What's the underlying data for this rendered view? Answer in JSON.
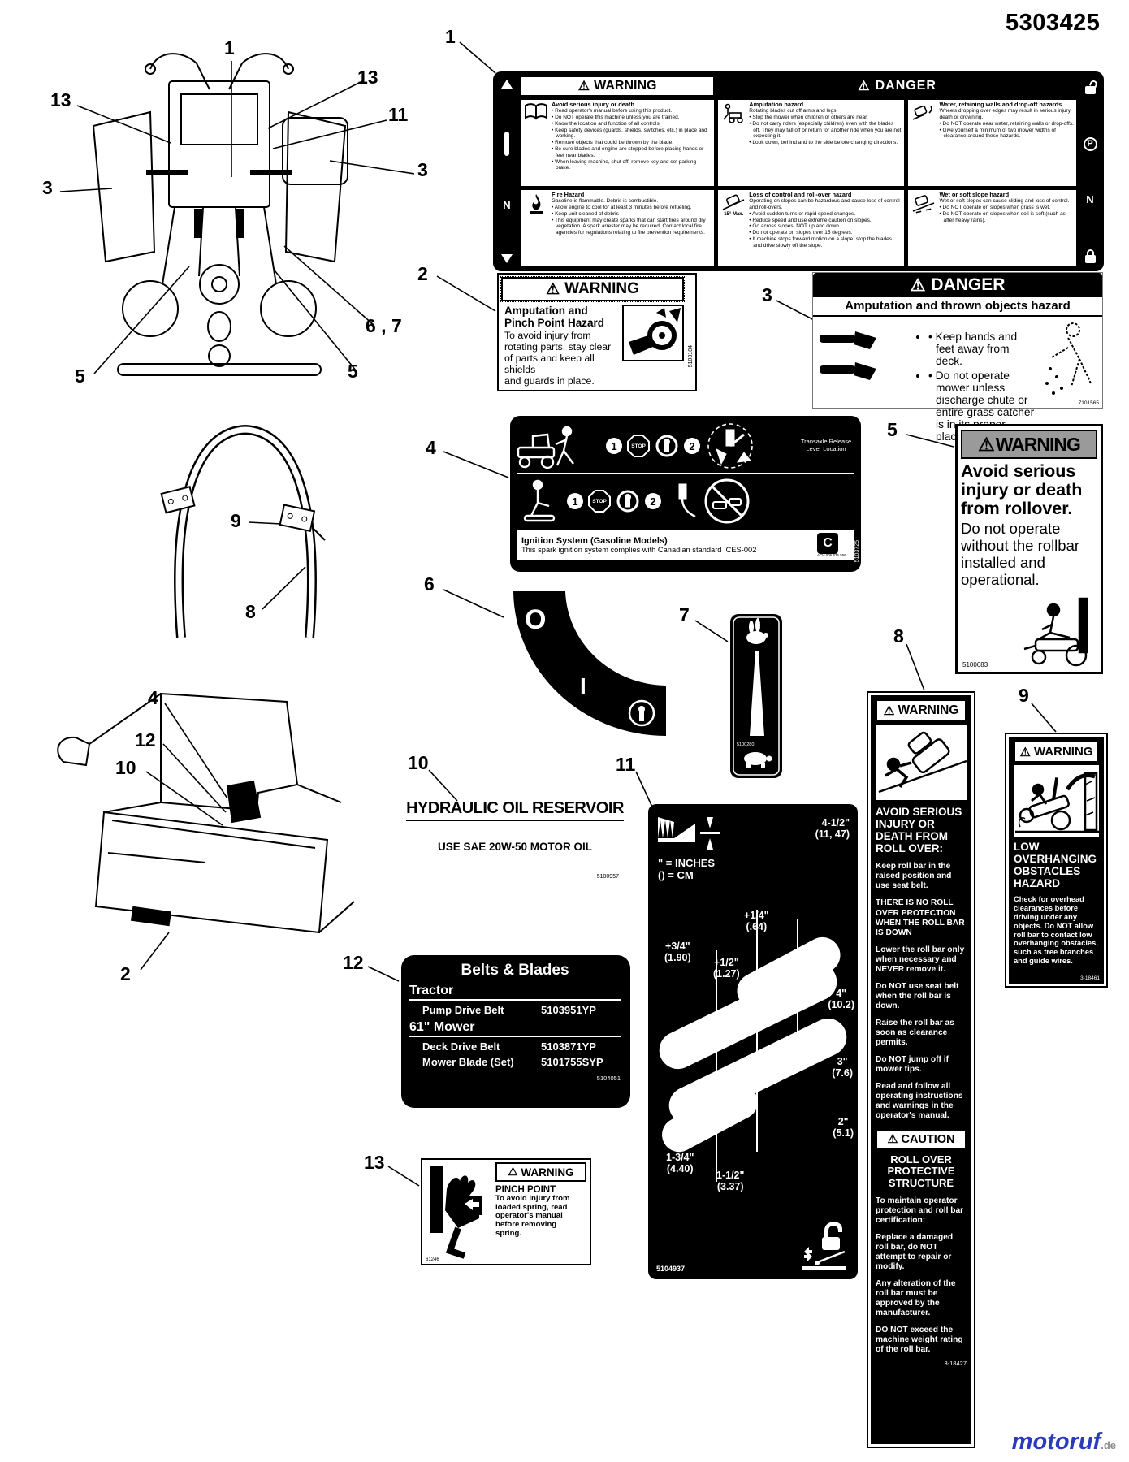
{
  "page": {
    "doc_number": "5303425",
    "logo_name": "motoruf",
    "logo_tld": ".de"
  },
  "icons": {
    "warning_triangle": "⚠"
  },
  "callouts": {
    "n1": "1",
    "n2": "2",
    "n3": "3",
    "n4": "4",
    "n5": "5",
    "n6": "6",
    "n7": "7",
    "n8": "8",
    "n9": "9",
    "n10": "10",
    "n11": "11",
    "n12": "12",
    "n13": "13",
    "n67": "6 , 7"
  },
  "label1": {
    "warning_header": "WARNING",
    "danger_header": "DANGER",
    "left_strip_letter": "N",
    "right_strip_letter": "N",
    "park_letter": "P",
    "manual": {
      "title": "Avoid serious injury or death",
      "bullets": [
        "Read operator's manual before using this product.",
        "Do NOT operate this machine unless you are trained.",
        "Know the location and function of all controls.",
        "Keep safety devices (guards, shields, switches, etc.) in place and working.",
        "Remove objects that could be thrown by the blade.",
        "Be sure blades and engine are stopped before placing hands or feet near blades.",
        "When leaving machine, shut off, remove key and set parking brake."
      ]
    },
    "fire": {
      "title": "Fire Hazard",
      "subtitle": "Gasoline is flammable. Debris is combustible.",
      "bullets": [
        "Allow engine to cool for at least 3 minutes before refueling.",
        "Keep unit cleaned of debris",
        "This equipment may create sparks that can start fires around dry vegetation. A spark arrester may be required. Contact local fire agencies for regulations relating to fire prevention requirements."
      ]
    },
    "amputation": {
      "title": "Amputation hazard",
      "subtitle": "Rotating blades cut off arms and legs.",
      "bullets": [
        "Stop the mower when children or others are near.",
        "Do not carry riders (especially children) even with the blades off. They may fall off or return for another ride when you are not expecting it.",
        "Look down, behind and to the side before changing directions."
      ]
    },
    "slope": {
      "title": "Loss of control and roll-over hazard",
      "subtitle": "Operating on slopes can be hazardous and cause loss of control and roll-overs.",
      "max_note": "15° Max.",
      "bullets": [
        "Avoid sudden turns or rapid speed changes.",
        "Reduce speed and use extreme caution on slopes.",
        "Go across slopes, NOT up and down.",
        "Do not operate on slopes over 15 degrees.",
        "If machine stops forward motion on a slope, stop the blades and drive slowly off the slope."
      ]
    },
    "water": {
      "title": "Water, retaining walls and drop-off hazards",
      "subtitle": "Wheels dropping over edges may result in serious injury, death or drowning.",
      "bullets": [
        "Do NOT operate near water, retaining walls or drop-offs.",
        "Give yourself a minimum of two mower widths of clearance around these hazards."
      ]
    },
    "wet": {
      "title": "Wet or soft slope hazard",
      "subtitle": "Wet or soft slopes can cause sliding and loss of control.",
      "bullets": [
        "Do NOT operate on slopes when grass is wet.",
        "Do NOT operate on slopes when soil is soft (such as after heavy rains)."
      ]
    }
  },
  "label2": {
    "header": "WARNING",
    "title": "Amputation and\nPinch Point Hazard",
    "body": "To avoid injury from\nrotating parts, stay clear\nof parts and keep all shields\nand guards in place.",
    "part": "5103184"
  },
  "label3": {
    "header": "DANGER",
    "title": "Amputation and thrown objects hazard",
    "bullets": [
      "Keep hands and feet away from deck.",
      "Do not operate mower unless discharge chute or entire grass catcher is in its proper place."
    ],
    "part": "7101565"
  },
  "label4": {
    "step1": "1",
    "step2": "2",
    "stop": "STOP",
    "transaxle_note": "Transaxle Release Lever Location",
    "title": "Ignition System (Gasoline Models)",
    "body": "This spark ignition system complies with Canadian standard ICES-002",
    "cert": "ACH 006 576 556",
    "logo_letter": "C",
    "part": "5103725"
  },
  "label5": {
    "header": "WARNING",
    "title": "Avoid serious\ninjury or death\nfrom rollover.",
    "body": "Do not operate\nwithout the rollbar\ninstalled and\noperational.",
    "part": "5100683"
  },
  "label6": {
    "off": "O",
    "on": "I"
  },
  "label7": {
    "part": "5100280"
  },
  "label8": {
    "warning_header": "WARNING",
    "heading": "AVOID SERIOUS\nINJURY OR\nDEATH FROM\nROLL OVER:",
    "paragraphs": [
      "Keep roll bar in the raised position and use seat belt.",
      "THERE IS NO ROLL OVER PROTECTION WHEN THE ROLL BAR IS DOWN",
      "Lower the roll bar only when necessary and NEVER remove it.",
      "Do NOT use seat belt when the roll bar is down.",
      "Raise the roll bar as soon as clearance permits.",
      "Do NOT jump off if mower tips.",
      "Read and follow all operating instructions and warnings in the operator's manual."
    ],
    "caution_header": "CAUTION",
    "caution_title": "ROLL OVER\nPROTECTIVE\nSTRUCTURE",
    "caution_paragraphs": [
      "To maintain operator protection and roll bar certification:",
      "Replace a damaged roll bar, do NOT attempt to repair or modify.",
      "Any alteration of the roll bar must be approved by the manufacturer.",
      "DO NOT exceed the machine weight rating of the roll bar."
    ],
    "part": "3-18427"
  },
  "label9": {
    "header": "WARNING",
    "title": "LOW\nOVERHANGING\nOBSTACLES\nHAZARD",
    "body": "Check for overhead clearances before driving under any objects.  Do NOT allow roll bar to contact low overhanging obstacles, such as tree branches and guide wires.",
    "part": "3-18461"
  },
  "label10": {
    "title": "HYDRAULIC OIL RESERVOIR",
    "subtitle": "USE SAE 20W-50 MOTOR OIL",
    "part": "5100957"
  },
  "label11": {
    "max_height": "4-1/2\"\n(11, 47)",
    "legend": "\" = INCHES\n() = CM",
    "ann_quarter": "+1/4\"\n(.64)",
    "ann_three_quarter": "+3/4\"\n(1.90)",
    "ann_half": "+1/2\"\n(1.27)",
    "ann_4": "4\"\n(10.2)",
    "ann_3": "3\"\n(7.6)",
    "ann_2": "2\"\n(5.1)",
    "ann_1_34": "1-3/4\"\n(4.40)",
    "ann_1_12": "1-1/2\"\n(3.37)",
    "part": "5104937"
  },
  "label12": {
    "title": "Belts & Blades",
    "section1": "Tractor",
    "rows1": [
      {
        "name": "Pump Drive Belt",
        "part": "5103951YP"
      }
    ],
    "section2": "61\" Mower",
    "rows2": [
      {
        "name": "Deck Drive Belt",
        "part": "5103871YP"
      },
      {
        "name": "Mower Blade (Set)",
        "part": "5101755SYP"
      }
    ],
    "part": "5104051"
  },
  "label13": {
    "header": "WARNING",
    "title": "PINCH POINT",
    "body": "To avoid injury from\nloaded spring, read\noperator's manual\nbefore removing\nspring.",
    "part": "61246"
  }
}
